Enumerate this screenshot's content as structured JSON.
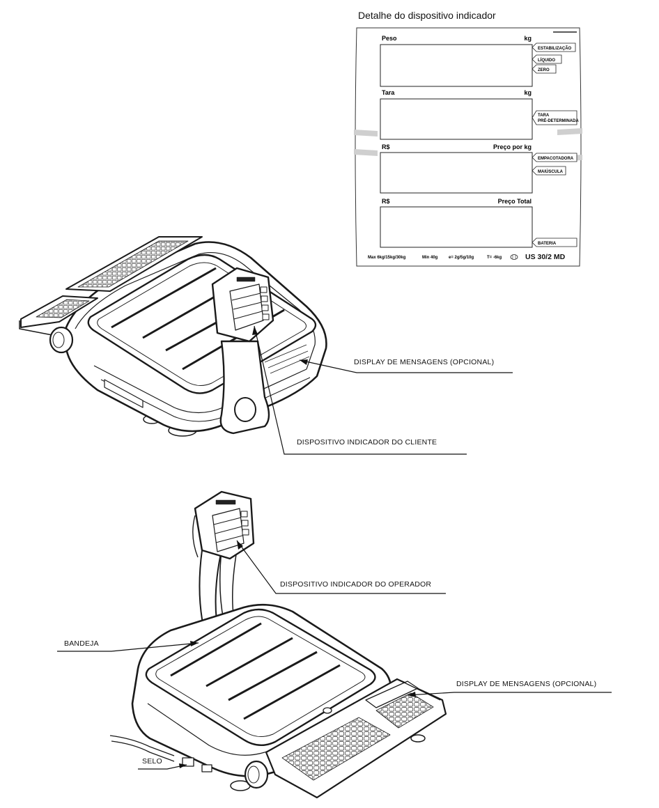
{
  "detail": {
    "title": "Detalhe do dispositivo indicador",
    "windows": [
      {
        "left_label": "Peso",
        "right_label": "kg"
      },
      {
        "left_label": "Tara",
        "right_label": "kg"
      },
      {
        "left_label": "R$",
        "right_label": "Preço por kg"
      },
      {
        "left_label": "R$",
        "right_label": "Preço Total"
      }
    ],
    "indicators": {
      "estabilizacao": "ESTABILIZAÇÃO",
      "liquido": "LÍQUIDO",
      "zero": "ZERO",
      "tara_line1": "TARA",
      "tara_line2": "PRÉ-DETERMINADA",
      "empacotadora": "EMPACOTADORA",
      "maiuscula": "MAIÚSCULA",
      "bateria": "BATERIA"
    },
    "footer": {
      "max": "Max 6kg/15kg/30kg",
      "min": "Min 40g",
      "e": "e= 2g/5g/10g",
      "t": "T= -6kg",
      "model": "US 30/2 MD"
    }
  },
  "callouts": {
    "display_top": "DISPLAY DE MENSAGENS (OPCIONAL)",
    "cliente": "DISPOSITIVO INDICADOR DO CLIENTE",
    "operador": "DISPOSITIVO INDICADOR DO OPERADOR",
    "bandeja": "BANDEJA",
    "display_bottom": "DISPLAY DE MENSAGENS (OPCIONAL)",
    "selo": "SELO"
  }
}
